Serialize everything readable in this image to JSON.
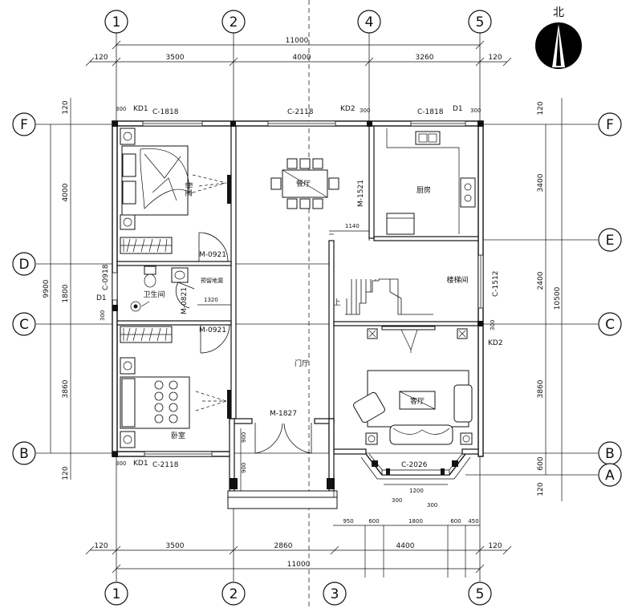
{
  "north_label": "北",
  "axes_vertical": [
    "1",
    "2",
    "3",
    "4",
    "5"
  ],
  "axes_horizontal": [
    "F",
    "E",
    "D",
    "C",
    "B",
    "A"
  ],
  "dims": {
    "top_total": "11000",
    "top_segments": [
      "120",
      "3500",
      "4000",
      "3260",
      "120"
    ],
    "bottom_total": "11000",
    "bottom_segments": [
      "120",
      "3500",
      "2860",
      "4400",
      "120"
    ],
    "bottom_detail": [
      "950",
      "600",
      "1800",
      "600",
      "450"
    ],
    "left_total": "9900",
    "left_segments": [
      "120",
      "4000",
      "1800",
      "3860",
      "120"
    ],
    "right_total": "10500",
    "right_segments": [
      "120",
      "3400",
      "2400",
      "3860",
      "600",
      "120"
    ],
    "porch": [
      "900",
      "900"
    ],
    "inner": [
      "1140",
      "1320",
      "1200",
      "300",
      "300",
      "300",
      "300",
      "300",
      "300",
      "300",
      "300"
    ]
  },
  "rooms": {
    "bedroom1": "卧室",
    "dining": "餐厅",
    "kitchen": "厨房",
    "bathroom": "卫生间",
    "stair": "楼梯间",
    "stair_up": "上",
    "hall": "门厅",
    "living": "客厅",
    "bedroom2": "卧室",
    "floor_drain": "预留地漏"
  },
  "openings": {
    "kd1_top": "KD1",
    "c1818_left": "C-1818",
    "c2118_top": "C-2118",
    "kd2_top": "KD2",
    "c1818_right": "C-1818",
    "d1_top": "D1",
    "m1521": "M-1521",
    "m0921_a": "M-0921",
    "c0918": "C-0918",
    "d1_left": "D1",
    "m0821": "M-0821",
    "m0921_b": "M-0921",
    "c1512": "C-1512",
    "kd2_right": "KD2",
    "m1827": "M-1827",
    "kd1_bottom": "KD1",
    "c2118_bottom": "C-2118",
    "c2026": "C-2026"
  }
}
